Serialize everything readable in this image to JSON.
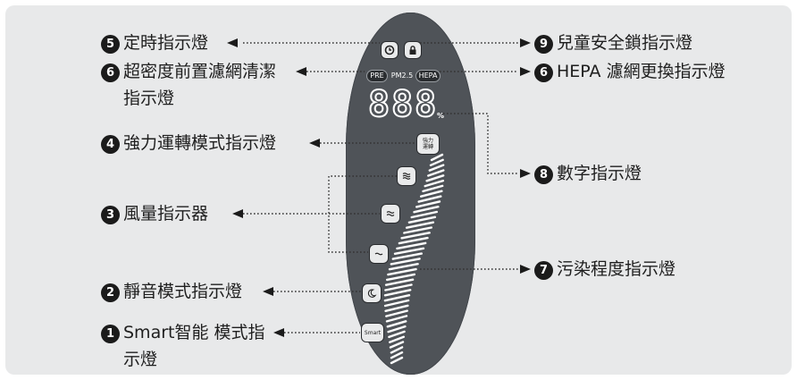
{
  "labels": {
    "timer": {
      "num": "5",
      "text": "定時指示燈"
    },
    "child_lock": {
      "num": "9",
      "text": "兒童安全鎖指示燈"
    },
    "prefilter": {
      "num": "6",
      "line1": "超密度前置濾網清潔",
      "line2": "指示燈"
    },
    "hepa": {
      "num": "6",
      "text": "HEPA 濾網更換指示燈"
    },
    "turbo": {
      "num": "4",
      "text": "強力運轉模式指示燈"
    },
    "digital": {
      "num": "8",
      "text": "數字指示燈"
    },
    "fan": {
      "num": "3",
      "text": "風量指示器"
    },
    "pollution": {
      "num": "7",
      "text": "污染程度指示燈"
    },
    "sleep": {
      "num": "2",
      "text": "靜音模式指示燈"
    },
    "smart": {
      "num": "1",
      "line1": "Smart智能 模式指",
      "line2": "示燈"
    }
  },
  "panel": {
    "pills": [
      "PRE",
      "PM2.5",
      "HEPA"
    ],
    "digits": "888",
    "percent": "%",
    "turbo_button_line1": "強力",
    "turbo_button_line2": "運轉",
    "smart_button": "Smart",
    "icons": {
      "timer": "clock-icon",
      "lock": "lock-icon",
      "fan_high": "wave-triple-icon",
      "fan_mid": "wave-double-icon",
      "fan_low": "wave-single-icon",
      "sleep": "moon-icon"
    }
  },
  "colors": {
    "panel": "#4f5358",
    "background": "#e8e9ea",
    "button": "#e9eaeb",
    "text": "#1e1e1e"
  }
}
